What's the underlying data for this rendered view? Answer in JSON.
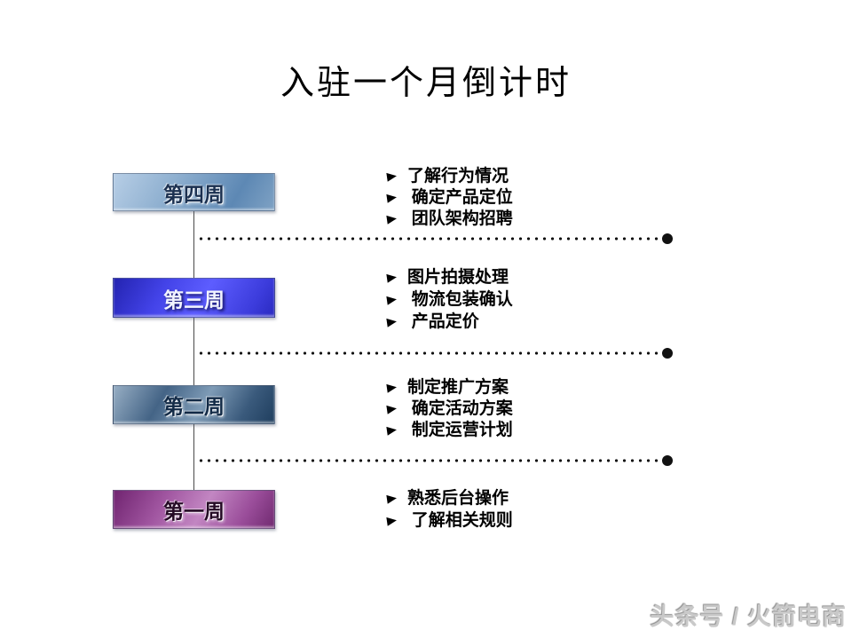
{
  "slide": {
    "title": "入驻一个月倒计时",
    "watermark": "头条号 / 火箭电商",
    "background_color": "#ffffff",
    "title_color": "#000000"
  },
  "timeline": {
    "orientation": "vertical",
    "connector": {
      "style": "dotted-line-with-filled-circle-endpoint",
      "color": "#111111",
      "vertical_line_color": "#4a4a4a"
    },
    "bullet_icon": "arrowhead-right",
    "weeks": [
      {
        "label": "第四周",
        "box_gradient": [
          "#b7cee6",
          "#5d88b4"
        ],
        "label_color": "#1b3050",
        "tasks": [
          "了解行为情况",
          " 确定产品定位",
          " 团队架构招聘"
        ]
      },
      {
        "label": "第三周",
        "box_gradient": [
          "#2323b0",
          "#5d5dff"
        ],
        "label_color": "#f2f4ff",
        "tasks": [
          "图片拍摄处理",
          " 物流包装确认",
          " 产品定价"
        ]
      },
      {
        "label": "第二周",
        "box_gradient": [
          "#97aec4",
          "#1f3e5e"
        ],
        "label_color": "#122a46",
        "tasks": [
          "制定推广方案",
          " 确定活动方案",
          " 制定运营计划"
        ]
      },
      {
        "label": "第一周",
        "box_gradient": [
          "#702470",
          "#c286c2"
        ],
        "label_color": "#240a24",
        "tasks": [
          "熟悉后台操作",
          " 了解相关规则"
        ]
      }
    ]
  }
}
